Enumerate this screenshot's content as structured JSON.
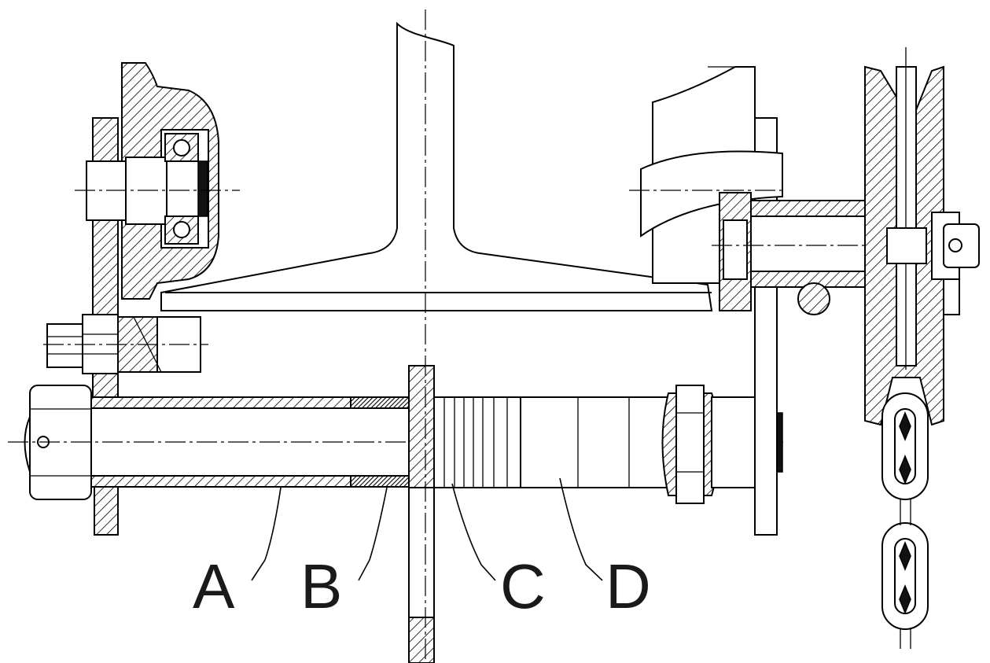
{
  "callouts": [
    {
      "id": "a",
      "label": "A"
    },
    {
      "id": "b",
      "label": "B"
    },
    {
      "id": "c",
      "label": "C"
    },
    {
      "id": "d",
      "label": "D"
    }
  ]
}
